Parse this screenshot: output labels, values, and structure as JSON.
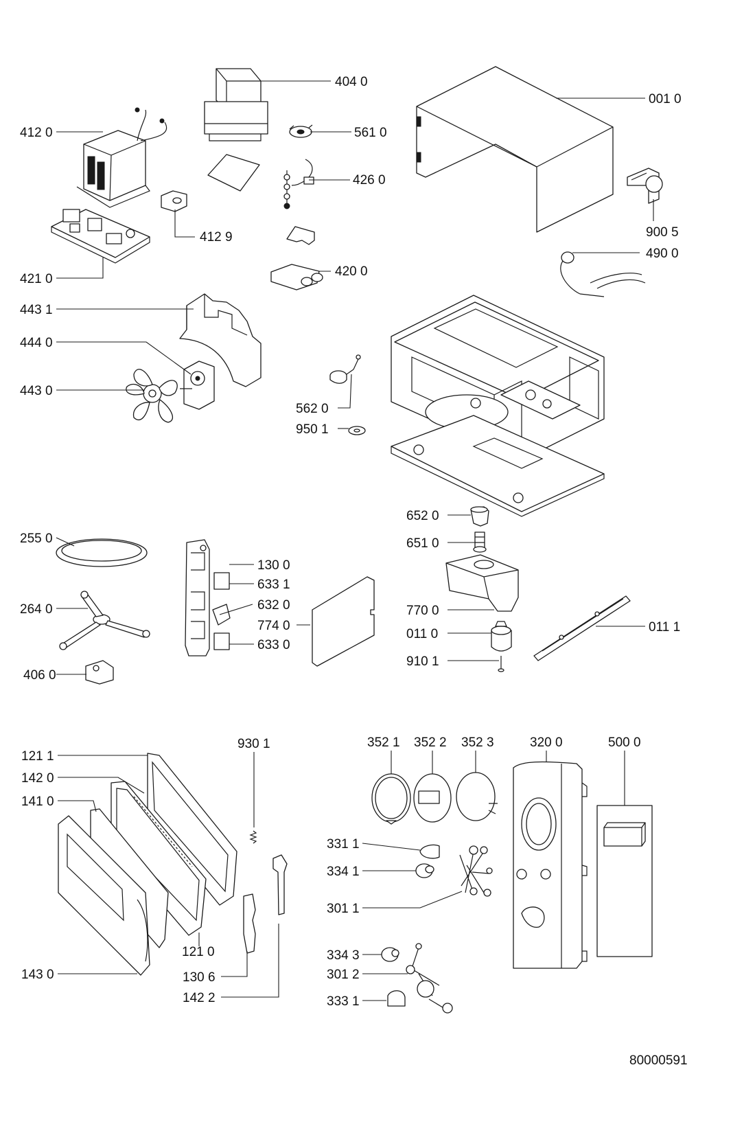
{
  "diagram": {
    "document_number": "80000591",
    "labels": {
      "p4040": "404 0",
      "p0010": "001 0",
      "p4120": "412 0",
      "p5610": "561 0",
      "p4260": "426 0",
      "p9005": "900 5",
      "p4129": "412 9",
      "p4900": "490 0",
      "p4210": "421 0",
      "p4200": "420 0",
      "p4431": "443 1",
      "p4440": "444 0",
      "p4430": "443 0",
      "p5620": "562 0",
      "p9501": "950 1",
      "p6520": "652 0",
      "p2550": "255 0",
      "p6510": "651 0",
      "p1300": "130 0",
      "p6331": "633 1",
      "p6320": "632 0",
      "p2640": "264 0",
      "p7700": "770 0",
      "p7740": "774 0",
      "p0111": "011 1",
      "p6330": "633 0",
      "p0110": "011 0",
      "p9101": "910 1",
      "p4060": "406 0",
      "p9301": "930 1",
      "p3521": "352 1",
      "p3522": "352 2",
      "p3523": "352 3",
      "p3200": "320 0",
      "p5000": "500 0",
      "p1211": "121 1",
      "p1420": "142 0",
      "p1410": "141 0",
      "p3311": "331 1",
      "p3341": "334 1",
      "p3011": "301 1",
      "p1210": "121 0",
      "p3343": "334 3",
      "p1430": "143 0",
      "p3012": "301 2",
      "p1306": "130 6",
      "p1422": "142 2",
      "p3331": "333 1"
    }
  }
}
